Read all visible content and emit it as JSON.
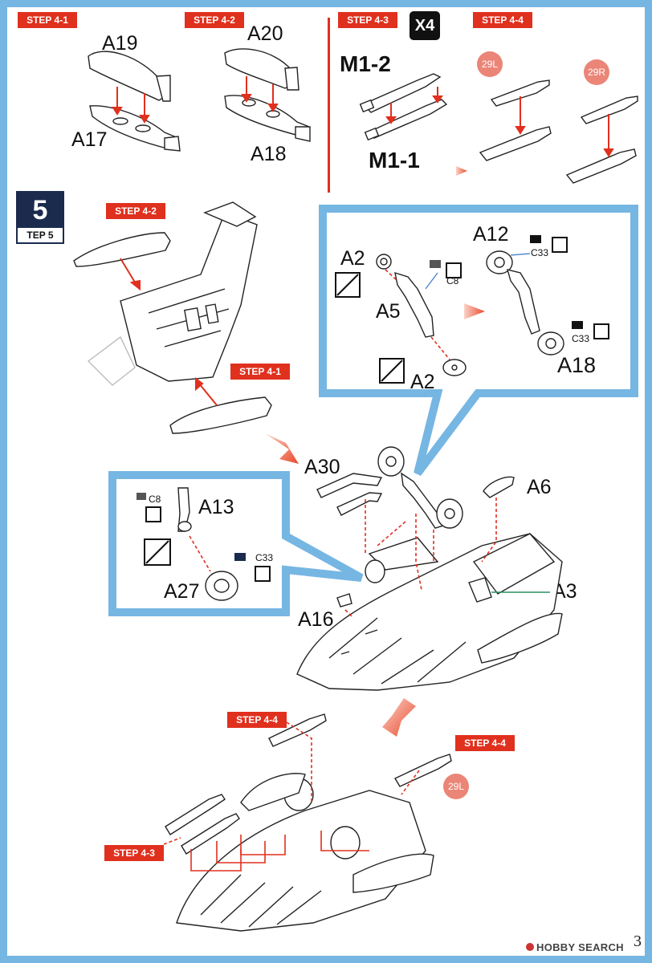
{
  "steps": {
    "s4_1": "STEP 4-1",
    "s4_2": "STEP 4-2",
    "s4_3": "STEP 4-3",
    "s4_4": "STEP 4-4",
    "multiplier": "X4",
    "main_number": "5",
    "main_sub": "TEP 5"
  },
  "parts": {
    "a19": "A19",
    "a17": "A17",
    "a20": "A20",
    "a18": "A18",
    "m1_2": "M1-2",
    "m1_1": "M1-1",
    "p29l": "29L",
    "p29r": "29R",
    "a2": "A2",
    "a5": "A5",
    "a12": "A12",
    "a30": "A30",
    "a6": "A6",
    "a13": "A13",
    "a27": "A27",
    "a16": "A16",
    "a3": "A3"
  },
  "paints": {
    "c8": "C8",
    "c33": "C33"
  },
  "page_number": "3",
  "watermark": "HOBBY SEARCH",
  "colors": {
    "red": "#e0301e",
    "blue_frame": "#76b6e3",
    "navy": "#1b2b4e",
    "pink": "#ea8577"
  }
}
